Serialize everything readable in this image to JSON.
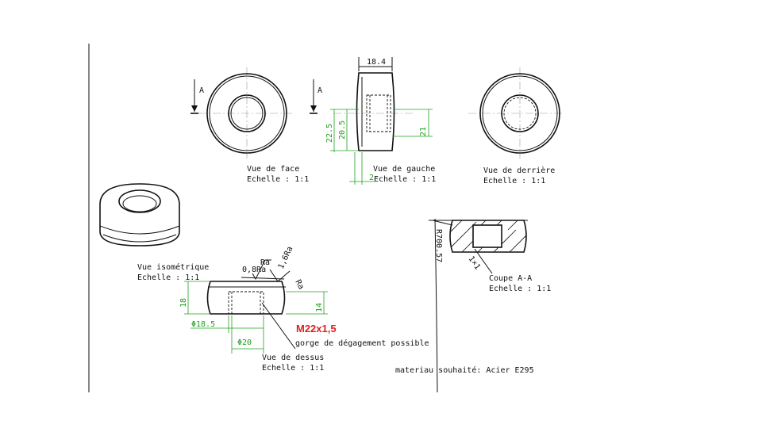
{
  "views": {
    "front": {
      "name": "Vue de face",
      "scale": "Echelle :  1:1",
      "section_mark": "A"
    },
    "left": {
      "name": "Vue de gauche",
      "scale": "Echelle :  1:1",
      "section_mark": "A"
    },
    "back": {
      "name": "Vue de derrière",
      "scale": "Echelle :  1:1"
    },
    "iso": {
      "name": "Vue isométrique",
      "scale": "Echelle :  1:1"
    },
    "top": {
      "name": "Vue de dessus",
      "scale": "Echelle :  1:1"
    },
    "section": {
      "name": "Coupe A-A",
      "scale": "Echelle :  1:1"
    }
  },
  "dimensions": {
    "width": "18.4",
    "outer_height": "22.5",
    "inner_height": "20.5",
    "bore": "21",
    "step": "2",
    "top_height": "18",
    "top_right": "14",
    "dia_bore": "Φ18.5",
    "dia_thread": "Φ20",
    "radius": "R700.57",
    "chamfer": "1×1"
  },
  "roughness": {
    "r1_sym": "Ra",
    "r1_val": "0,8Ra",
    "r2_sym": "Ra",
    "r2_val": "1,6Ra"
  },
  "notes": {
    "thread": "M22x1,5",
    "groove": "gorge de dégagement possible",
    "material": "materiau souhaité: Acier E295"
  },
  "colors": {
    "dimension": "#1fa01f",
    "callout": "#e02020",
    "line": "#111111"
  }
}
